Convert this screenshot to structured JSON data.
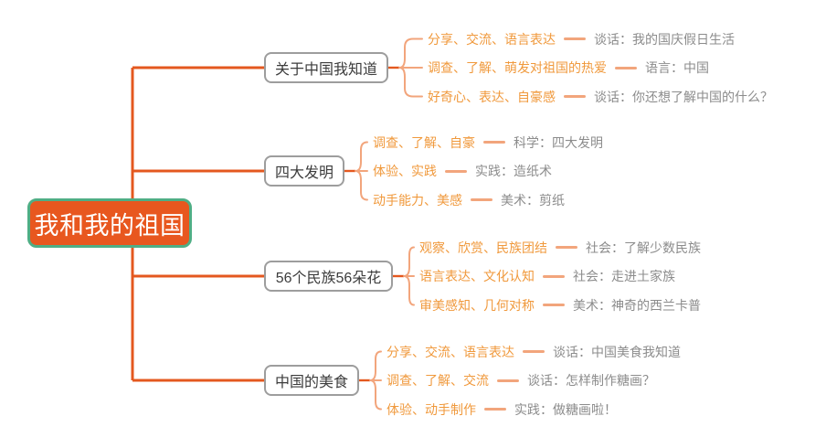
{
  "root": {
    "label": "我和我的祖国"
  },
  "branches": [
    {
      "label": "关于中国我知道",
      "children": [
        {
          "keyword": "分享、交流、语言表达",
          "activity": "谈话：我的国庆假日生活"
        },
        {
          "keyword": "调查、了解、萌发对祖国的热爱",
          "activity": "语言：中国"
        },
        {
          "keyword": "好奇心、表达、自豪感",
          "activity": "谈话：你还想了解中国的什么？"
        }
      ]
    },
    {
      "label": "四大发明",
      "children": [
        {
          "keyword": "调查、了解、自豪",
          "activity": "科学：四大发明"
        },
        {
          "keyword": "体验、实践",
          "activity": "实践：造纸术"
        },
        {
          "keyword": "动手能力、美感",
          "activity": "美术：剪纸"
        }
      ]
    },
    {
      "label": "56个民族56朵花",
      "children": [
        {
          "keyword": "观察、欣赏、民族团结",
          "activity": "社会：了解少数民族"
        },
        {
          "keyword": "语言表达、文化认知",
          "activity": "社会：走进土家族"
        },
        {
          "keyword": "审美感知、几何对称",
          "activity": "美术：神奇的西兰卡普"
        }
      ]
    },
    {
      "label": "中国的美食",
      "children": [
        {
          "keyword": "分享、交流、语言表达",
          "activity": "谈话：中国美食我知道"
        },
        {
          "keyword": "调查、了解、交流",
          "activity": "谈话：怎样制作糖画？"
        },
        {
          "keyword": "体验、动手制作",
          "activity": "实践：做糖画啦！"
        }
      ]
    }
  ],
  "colors": {
    "root_fill": "#e8571f",
    "root_border": "#4fae85",
    "line": "#e4581f",
    "child_line": "#f2a57c",
    "keyword_text": "#f0993c",
    "activity_text": "#8c8c8c",
    "branch_text": "#3c3c3c",
    "branch_border": "#9d9d9d",
    "bg": "#ffffff"
  }
}
